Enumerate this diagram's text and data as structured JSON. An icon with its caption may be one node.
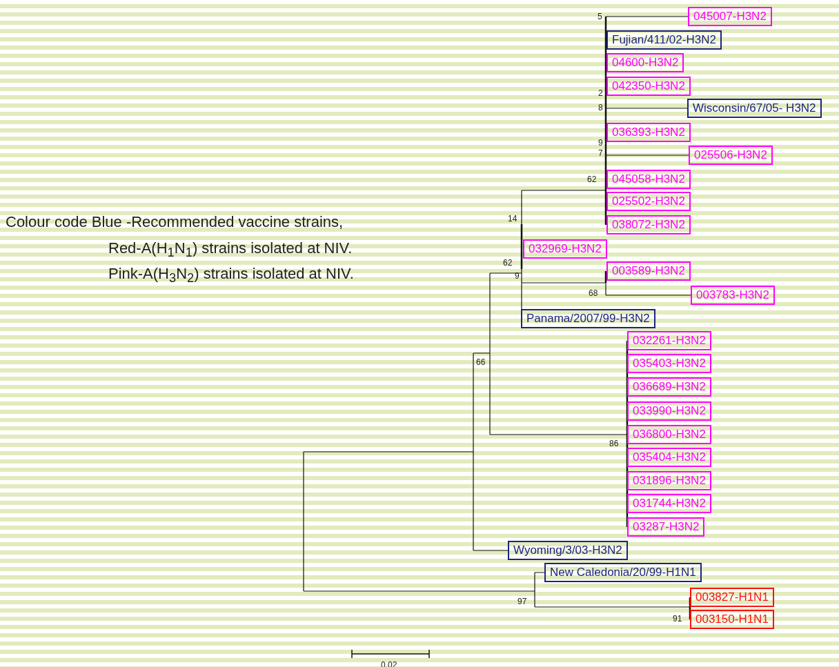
{
  "diagram": {
    "nodes": [
      {
        "text": [
          "045007-H3N2"
        ]
      },
      {
        "text": [
          "Fujian/411/02-H3N2"
        ]
      },
      {
        "text": [
          "04600-H3N2"
        ]
      },
      {
        "text": [
          "042350-H3N2"
        ]
      },
      {
        "text": [
          "Wisconsin/67/05- H3N2"
        ]
      },
      {
        "text": [
          "036393-H3N2"
        ]
      },
      {
        "text": [
          "025506-H3N2"
        ]
      },
      {
        "text": [
          "045058-H3N2"
        ]
      },
      {
        "text": [
          "025502-H3N2"
        ]
      },
      {
        "text": [
          "038072-H3N2"
        ]
      },
      {
        "text": [
          "032969-H3N2"
        ]
      },
      {
        "text": [
          "003589-H3N2"
        ]
      },
      {
        "text": [
          "003783-H3N2"
        ]
      },
      {
        "text": [
          "Panama/2007/99-H3N2"
        ]
      },
      {
        "text": [
          "032261-H3N2"
        ]
      },
      {
        "text": [
          "035403-H3N2"
        ]
      },
      {
        "text": [
          "036689-H3N2"
        ]
      },
      {
        "text": [
          "033990-H3N2"
        ]
      },
      {
        "text": [
          "036800-H3N2"
        ]
      },
      {
        "text": [
          "035404-H3N2"
        ]
      },
      {
        "text": [
          "031896-H3N2"
        ]
      },
      {
        "text": [
          "031744-H3N2"
        ]
      },
      {
        "text": [
          "03287-H3N2"
        ]
      },
      {
        "text": [
          "Wyoming/3/03-H3N2"
        ]
      },
      {
        "text": [
          "New Caledonia/20/99-H1N1"
        ]
      },
      {
        "text": [
          "003827-H1N1"
        ]
      },
      {
        "text": [
          "003150-H1N1"
        ]
      }
    ],
    "labels": [
      "5",
      "2",
      "8",
      "9",
      "7",
      "62",
      "14",
      "Colour code Blue -Recommended vaccine strains,",
      "Red-A(H$_{1}$N$_{1}$) strains isolated at NIV.",
      "Pink-A(H$_{3}$N$_{2}$) strains isolated at NIV.",
      "62",
      "9",
      "68",
      "66",
      "86",
      "97",
      "91",
      "0.02"
    ]
  }
}
